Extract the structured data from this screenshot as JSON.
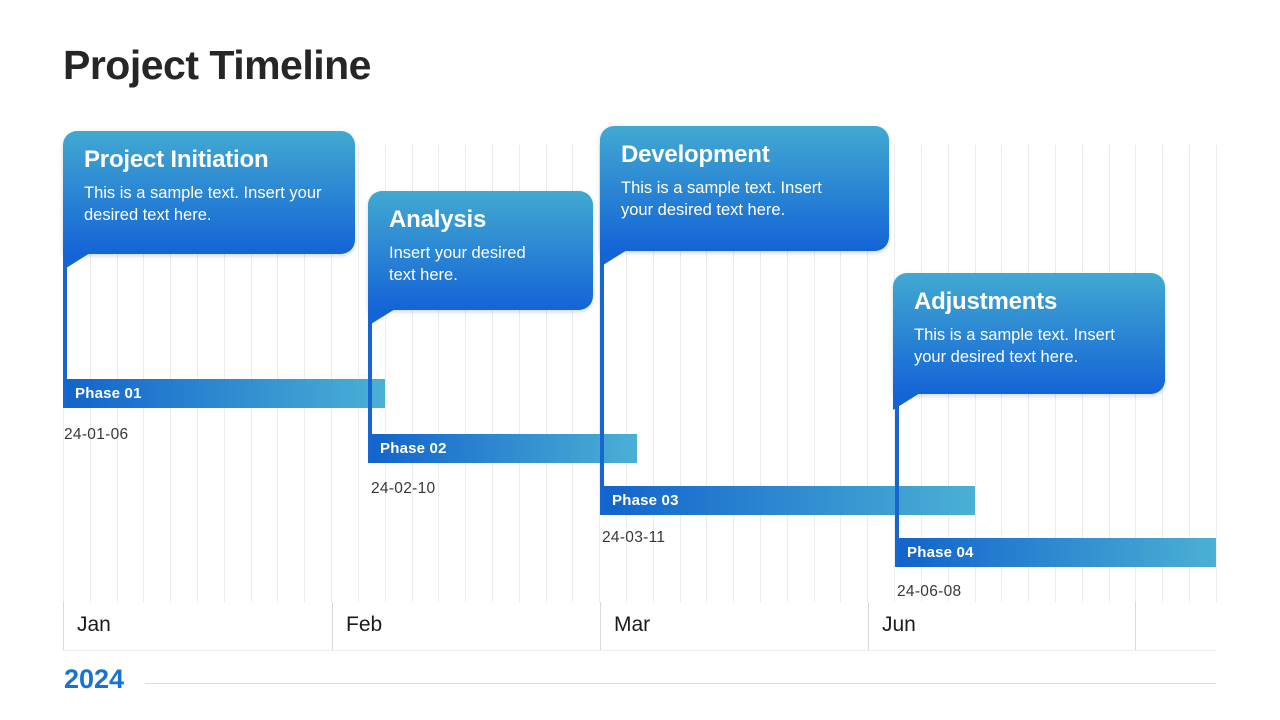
{
  "header": {
    "title": "Project Timeline"
  },
  "footer": {
    "year": "2024"
  },
  "months": [
    {
      "label": "Jan"
    },
    {
      "label": "Feb"
    },
    {
      "label": "Mar"
    },
    {
      "label": "Jun"
    }
  ],
  "callouts": [
    {
      "title": "Project Initiation",
      "body": "This is a sample text. Insert your desired text here."
    },
    {
      "title": "Analysis",
      "body": "Insert your desired text here."
    },
    {
      "title": "Development",
      "body": "This is a sample text. Insert your desired text here."
    },
    {
      "title": "Adjustments",
      "body": "This is a sample text. Insert your desired text here."
    }
  ],
  "phases": [
    {
      "label": "Phase 01",
      "date": "24-01-06"
    },
    {
      "label": "Phase 02",
      "date": "24-02-10"
    },
    {
      "label": "Phase 03",
      "date": "24-03-11"
    },
    {
      "label": "Phase 04",
      "date": "24-06-08"
    }
  ],
  "colors": {
    "callout_gradient_top": "#42A9D1",
    "callout_gradient_bottom": "#1464D6",
    "bar_gradient_start": "#1263CC",
    "bar_gradient_end": "#4BB0D4",
    "connector": "#1566D0",
    "title_text": "#262626",
    "date_text": "#373737",
    "month_text": "#1B1B1B",
    "year_text": "#1673D3",
    "gridline": "#ECECEC",
    "month_separator": "#D9D9D9",
    "footer_line": "#DDDDDD"
  },
  "chart_data": {
    "type": "bar",
    "subtype": "gantt_timeline",
    "title": "Project Timeline",
    "year": "2024",
    "x_axis_labels": [
      "Jan",
      "Feb",
      "Mar",
      "Jun"
    ],
    "grid": true,
    "legend": false,
    "series": [
      {
        "name": "Phase 01",
        "callout": "Project Initiation",
        "start_label": "24-01-06",
        "bar_span_month_columns": [
          0.0,
          1.2
        ]
      },
      {
        "name": "Phase 02",
        "callout": "Analysis",
        "start_label": "24-02-10",
        "bar_span_month_columns": [
          1.14,
          2.14
        ]
      },
      {
        "name": "Phase 03",
        "callout": "Development",
        "start_label": "24-03-11",
        "bar_span_month_columns": [
          2.0,
          3.4
        ]
      },
      {
        "name": "Phase 04",
        "callout": "Adjustments",
        "start_label": "24-06-08",
        "bar_span_month_columns": [
          3.1,
          4.3
        ]
      }
    ]
  }
}
